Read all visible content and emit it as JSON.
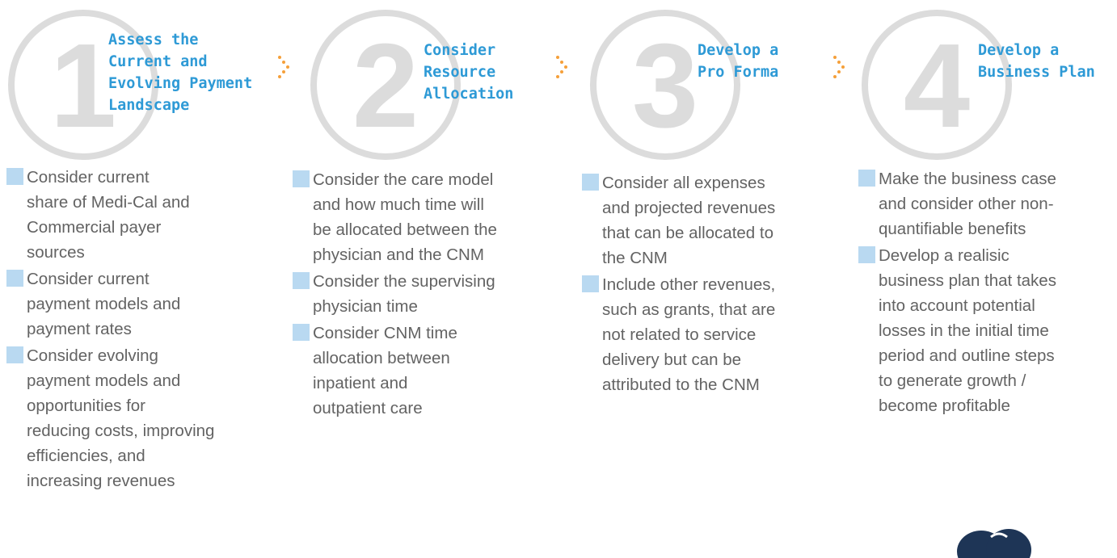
{
  "colors": {
    "title": "#2e9ad6",
    "bullet_square": "#b9d9f1",
    "bullet_text": "#636363",
    "circle": "#dcdcdc",
    "chevron": "#f5a03a",
    "logo": "#1e3556"
  },
  "steps": [
    {
      "number": "1",
      "title_lines": [
        "Assess the",
        "Current and",
        "Evolving Payment",
        "Landscape"
      ],
      "bullets": [
        {
          "lines": [
            "Consider current",
            "share of Medi-Cal and",
            "Commercial payer",
            "sources"
          ]
        },
        {
          "lines": [
            "Consider current",
            "payment models and",
            "payment rates"
          ]
        },
        {
          "lines": [
            "Consider evolving",
            "payment models and",
            "opportunities for",
            "reducing costs, improving",
            "efficiencies, and",
            "increasing revenues"
          ]
        }
      ]
    },
    {
      "number": "2",
      "title_lines": [
        "Consider",
        "Resource",
        "Allocation"
      ],
      "bullets": [
        {
          "lines": [
            "Consider the care model",
            "and how much time will",
            "be allocated between the",
            "physician and the CNM"
          ]
        },
        {
          "lines": [
            "Consider the supervising",
            "physician time"
          ]
        },
        {
          "lines": [
            "Consider CNM time",
            "allocation between",
            "inpatient and",
            "outpatient care"
          ]
        }
      ]
    },
    {
      "number": "3",
      "title_lines": [
        "Develop a",
        "Pro Forma"
      ],
      "bullets": [
        {
          "lines": [
            "Consider all expenses",
            "and projected revenues",
            "that can be allocated to",
            "the CNM"
          ]
        },
        {
          "lines": [
            "Include other revenues,",
            "such as grants, that are",
            "not related to service",
            "delivery but can be",
            "attributed to the CNM"
          ]
        }
      ]
    },
    {
      "number": "4",
      "title_lines": [
        "Develop a",
        "Business Plan"
      ],
      "bullets": [
        {
          "lines": [
            "Make the business case",
            "and consider other non-",
            "quantifiable benefits"
          ]
        },
        {
          "lines": [
            "Develop a realisic",
            "business plan that takes",
            "into account potential",
            "losses in the initial time",
            "period and outline steps",
            "to generate growth /",
            "become profitable"
          ]
        }
      ]
    }
  ]
}
